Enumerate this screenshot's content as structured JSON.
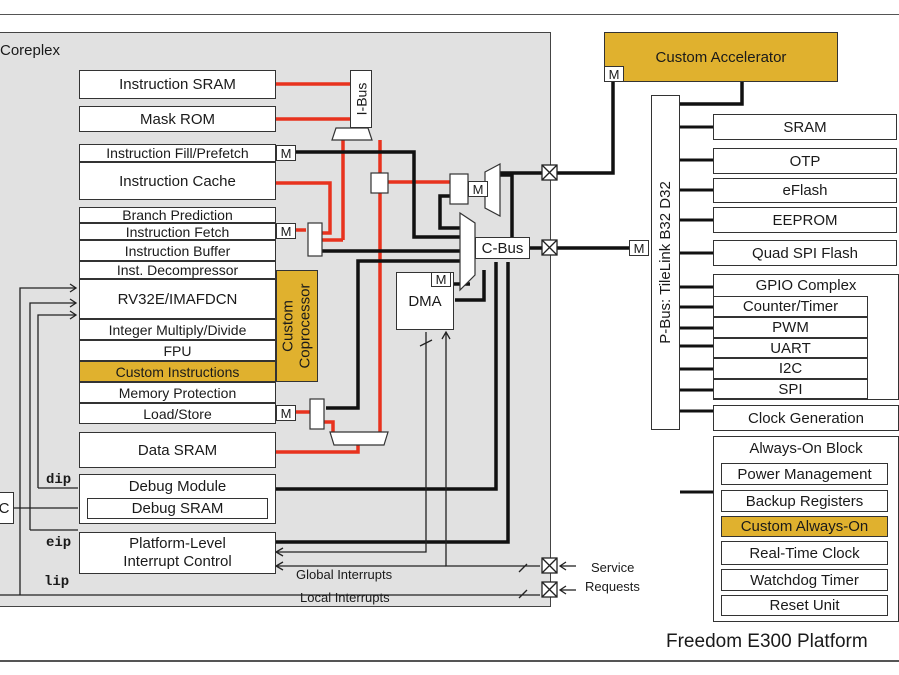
{
  "diagram": {
    "platform_title": "Freedom E300 Platform",
    "coreplex_title": "Coreplex",
    "colors": {
      "custom_fill": "#e0b12e",
      "coreplex_bg": "#e1e1e1",
      "instruction_bus_wire": "#e8321e",
      "data_wire": "#111111"
    },
    "coreplex": {
      "instruction_sram": "Instruction SRAM",
      "mask_rom": "Mask ROM",
      "instruction_fill_prefetch": "Instruction Fill/Prefetch",
      "instruction_cache": "Instruction Cache",
      "branch_prediction": "Branch Prediction",
      "instruction_fetch": "Instruction Fetch",
      "instruction_buffer": "Instruction Buffer",
      "inst_decompressor": "Inst. Decompressor",
      "core_isa": "RV32E/IMAFDCN",
      "integer_mul_div": "Integer Multiply/Divide",
      "fpu": "FPU",
      "custom_instructions": "Custom Instructions",
      "memory_protection": "Memory Protection",
      "load_store": "Load/Store",
      "data_sram": "Data SRAM",
      "debug_module": "Debug Module",
      "debug_sram": "Debug SRAM",
      "plic_line1": "Platform-Level",
      "plic_line2": "Interrupt Control",
      "custom_coprocessor_line1": "Custom",
      "custom_coprocessor_line2": "Coprocessor",
      "dma": "DMA",
      "i_bus": "I-Bus",
      "c_bus": "C-Bus",
      "master_tag": "M",
      "dip": "dip",
      "eip": "eip",
      "lip": "lip",
      "jtag_partial": "C",
      "global_interrupts": "Global Interrupts",
      "local_interrupts": "Local Interrupts"
    },
    "service_requests": [
      "Service",
      "Requests"
    ],
    "custom_accelerator": "Custom Accelerator",
    "p_bus": "P-Bus:  TileLink B32 D32",
    "peripherals": {
      "sram": "SRAM",
      "otp": "OTP",
      "eflash": "eFlash",
      "eeprom": "EEPROM",
      "quad_spi_flash": "Quad SPI Flash",
      "gpio_complex": "GPIO Complex",
      "gpio_items": [
        "Counter/Timer",
        "PWM",
        "UART",
        "I2C",
        "SPI"
      ],
      "clock_generation": "Clock Generation",
      "always_on_block": "Always-On Block",
      "always_on_items": [
        "Power Management",
        "Backup Registers",
        "Custom Always-On",
        "Real-Time Clock",
        "Watchdog Timer",
        "Reset Unit"
      ]
    }
  }
}
